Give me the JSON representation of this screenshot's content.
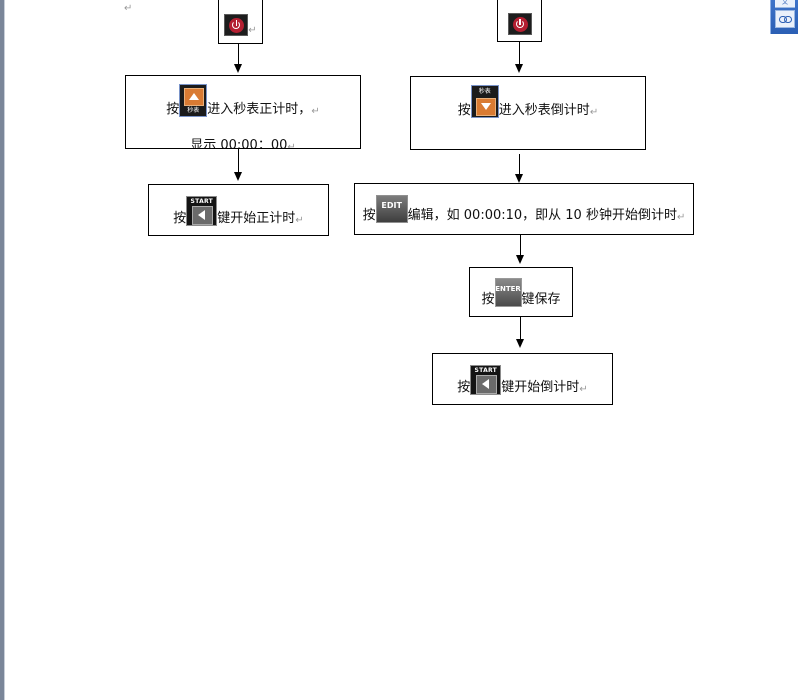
{
  "paragraph_mark": "↵",
  "doc": {
    "left": {
      "step2": {
        "prefix": "按",
        "suffix": "进入秒表正计时，",
        "line2": "显示 00:00：00"
      },
      "step3": {
        "prefix": "按",
        "suffix": "键开始正计时"
      }
    },
    "right": {
      "step2": {
        "prefix": "按",
        "suffix": "进入秒表倒计时 "
      },
      "step3": {
        "prefix": "按",
        "suffix": "编辑，如 00:00:10，即从 10 秒钟开始倒计时"
      },
      "step4": {
        "prefix": "按",
        "suffix": "键保存"
      },
      "step5": {
        "prefix": "按",
        "suffix": "键开始倒计时"
      }
    }
  },
  "keys": {
    "stopwatch_caption": "秒表",
    "start_caption": "START",
    "edit_caption": "EDIT",
    "enter_caption": "ENTER",
    "power_icon": "power-icon",
    "up_icon": "triangle-up-icon",
    "down_icon": "triangle-down-icon",
    "back_icon": "triangle-left-icon"
  },
  "colors": {
    "power_red": "#b41f31",
    "stopwatch_orange": "#d97b33",
    "corner_blue": "#2b5fb4"
  },
  "corner_widget": {
    "top_label": "文"
  }
}
